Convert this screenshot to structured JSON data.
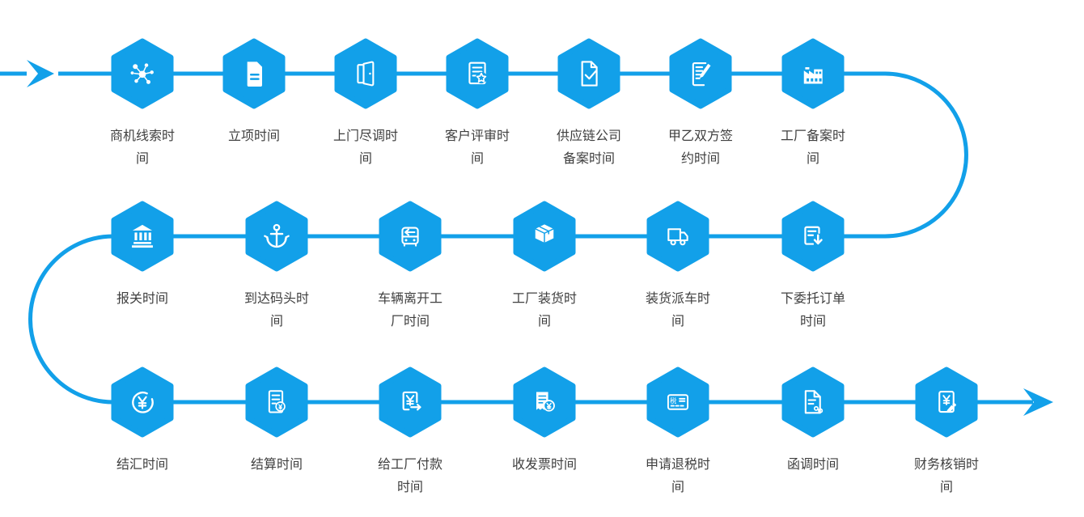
{
  "diagram": {
    "accent_color": "#12a0e9",
    "label_color": "#3f3f3f",
    "rows": [
      {
        "nodes": [
          {
            "label": "商机线索时间",
            "icon": "network-icon"
          },
          {
            "label": "立项时间",
            "icon": "document-icon"
          },
          {
            "label": "上门尽调时间",
            "icon": "door-icon"
          },
          {
            "label": "客户评审时间",
            "icon": "document-star-icon"
          },
          {
            "label": "供应链公司备案时间",
            "icon": "document-check-icon"
          },
          {
            "label": "甲乙双方签约时间",
            "icon": "document-pen-icon"
          },
          {
            "label": "工厂备案时间",
            "icon": "factory-icon"
          }
        ]
      },
      {
        "nodes": [
          {
            "label": "报关时间",
            "icon": "customs-bank-icon"
          },
          {
            "label": "到达码头时间",
            "icon": "anchor-icon"
          },
          {
            "label": "车辆离开工厂时间",
            "icon": "bus-depart-icon"
          },
          {
            "label": "工厂装货时间",
            "icon": "package-box-icon"
          },
          {
            "label": "装货派车时间",
            "icon": "truck-icon"
          },
          {
            "label": "下委托订单时间",
            "icon": "document-download-icon"
          }
        ]
      },
      {
        "nodes": [
          {
            "label": "结汇时间",
            "icon": "yen-circle-icon"
          },
          {
            "label": "结算时间",
            "icon": "settlement-document-icon"
          },
          {
            "label": "给工厂付款时间",
            "icon": "payment-transfer-icon"
          },
          {
            "label": "收发票时间",
            "icon": "invoice-receipt-icon"
          },
          {
            "label": "申请退税时间",
            "icon": "tax-refund-card-icon"
          },
          {
            "label": "函调时间",
            "icon": "letter-inquiry-icon"
          },
          {
            "label": "财务核销时间",
            "icon": "writeoff-document-icon"
          }
        ]
      }
    ]
  }
}
